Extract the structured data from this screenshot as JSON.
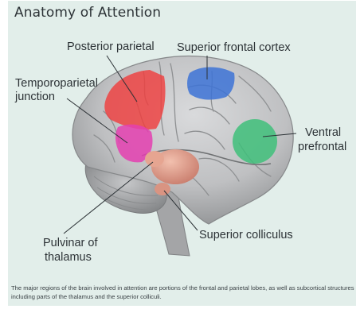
{
  "title": "Anatomy of Attention",
  "labels": {
    "posterior_parietal": "Posterior parietal",
    "superior_frontal": "Superior frontal cortex",
    "temporoparietal_line1": "Temporoparietal",
    "temporoparietal_line2": "junction",
    "ventral_line1": "Ventral",
    "ventral_line2": "prefrontal",
    "pulvinar_line1": "Pulvinar of",
    "pulvinar_line2": "thalamus",
    "superior_colliculus": "Superior colliculus"
  },
  "caption": "The major regions of the brain involved in attention are portions of the frontal and parietal lobes, as well as subcortical structures including parts of the thalamus and the superior colliculi.",
  "colors": {
    "panel_background": "#e2eeea",
    "posterior_parietal": "#ef3e3e",
    "superior_frontal": "#3d73d6",
    "temporoparietal": "#e43fb0",
    "ventral_prefrontal": "#3fc07a",
    "thalamus": "#e49c8a",
    "brain": "#bcbdbf"
  }
}
